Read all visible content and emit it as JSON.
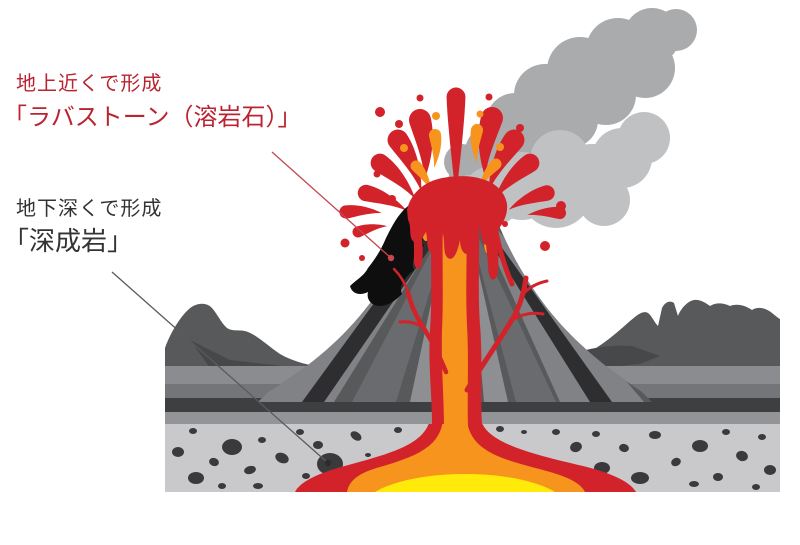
{
  "annotations": {
    "surface": {
      "caption": "地上近くで形成",
      "name": "「ラバストーン（溶岩石）」"
    },
    "deep": {
      "caption": "地下深くで形成",
      "name": "「深成岩」"
    }
  },
  "colors": {
    "background": "#ffffff",
    "label_red": "#ba2430",
    "label_dark": "#333333",
    "leader_red": "#c64752",
    "leader_gray": "#5a5a5c",
    "lava_red": "#d2232b",
    "lava_orange": "#f7941e",
    "magma_yellow": "#ffea0a",
    "volcano_dark": "#58595b",
    "stripe_light": "#808285",
    "stripe_mid": "#6a6b6e",
    "stripe_pale": "#8d8f92",
    "stripe_black": "#2e2d2f",
    "smoke_back": "#a9abad",
    "smoke_front": "#bfc1c3",
    "hill_dark": "#58595b",
    "hill_shadow": "#47484a",
    "band_1": "#8a8c8f",
    "band_2": "#747578",
    "band_dark": "#3e3f41",
    "band_4": "#929497",
    "soil_light": "#c9c9cb",
    "soil_rock": "#3a3a3c",
    "lava_stone": "#0f0e0e"
  }
}
